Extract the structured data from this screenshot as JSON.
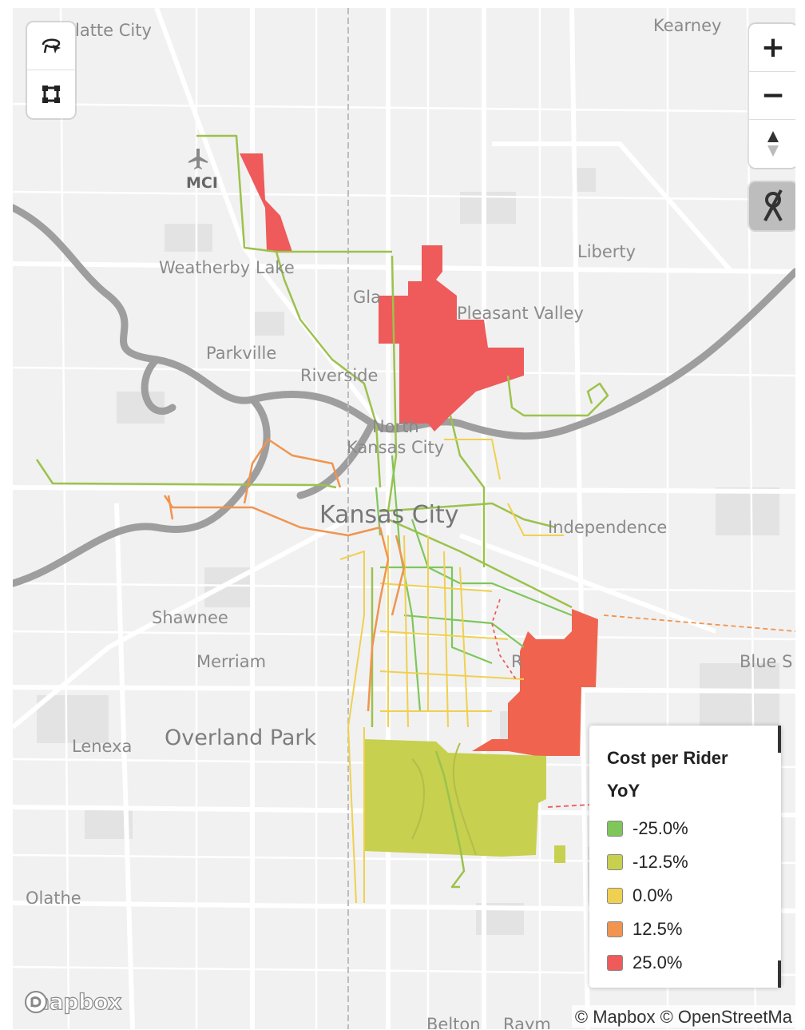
{
  "map": {
    "places": [
      {
        "name": "latte City",
        "cls": "sm"
      },
      {
        "name": "Kearney",
        "cls": "sm"
      },
      {
        "name": "MCI",
        "cls": "sm"
      },
      {
        "name": "Weatherby Lake",
        "cls": "sm"
      },
      {
        "name": "Liberty",
        "cls": "sm"
      },
      {
        "name": "Gla",
        "cls": "sm"
      },
      {
        "name": "Pleasant Valley",
        "cls": "sm"
      },
      {
        "name": "Parkville",
        "cls": "sm"
      },
      {
        "name": "Riverside",
        "cls": "sm"
      },
      {
        "name": "North",
        "cls": "sm"
      },
      {
        "name": "Kansas City",
        "cls": "sm"
      },
      {
        "name": "Kansas City",
        "cls": "bold"
      },
      {
        "name": "Independence",
        "cls": "sm"
      },
      {
        "name": "Shawnee",
        "cls": "sm"
      },
      {
        "name": "Merriam",
        "cls": "sm"
      },
      {
        "name": "R",
        "cls": "sm"
      },
      {
        "name": "Blue S",
        "cls": "sm"
      },
      {
        "name": "Lenexa",
        "cls": "sm"
      },
      {
        "name": "Overland Park",
        "cls": "lg"
      },
      {
        "name": "Olathe",
        "cls": "sm"
      },
      {
        "name": "Belton",
        "cls": "sm"
      },
      {
        "name": "Raym",
        "cls": "sm"
      }
    ],
    "colors": {
      "neg25": "#7fc65b",
      "neg12": "#c7d04f",
      "zero": "#f0d050",
      "pos12": "#f0944f",
      "pos25": "#ef5a5a",
      "background": "#f1f1f1",
      "road": "#ffffff",
      "river": "#9e9e9e"
    }
  },
  "controls": {
    "top_left": [
      {
        "icon": "lasso-select-icon"
      },
      {
        "icon": "box-select-icon"
      }
    ],
    "top_right": [
      {
        "icon": "zoom-in-icon",
        "glyph": "+"
      },
      {
        "icon": "zoom-out-icon",
        "glyph": "−"
      },
      {
        "icon": "compass-icon"
      }
    ],
    "toggle": {
      "icon": "no-location-icon"
    }
  },
  "legend": {
    "title": "Cost per Rider YoY",
    "items": [
      {
        "label": "-25.0%",
        "color": "#7fc65b"
      },
      {
        "label": "-12.5%",
        "color": "#c7d04f"
      },
      {
        "label": "0.0%",
        "color": "#f0d050"
      },
      {
        "label": "12.5%",
        "color": "#f0944f"
      },
      {
        "label": "25.0%",
        "color": "#ef5a5a"
      }
    ]
  },
  "attribution": {
    "text": "© Mapbox © OpenStreetMa",
    "logo": "mapbox"
  }
}
